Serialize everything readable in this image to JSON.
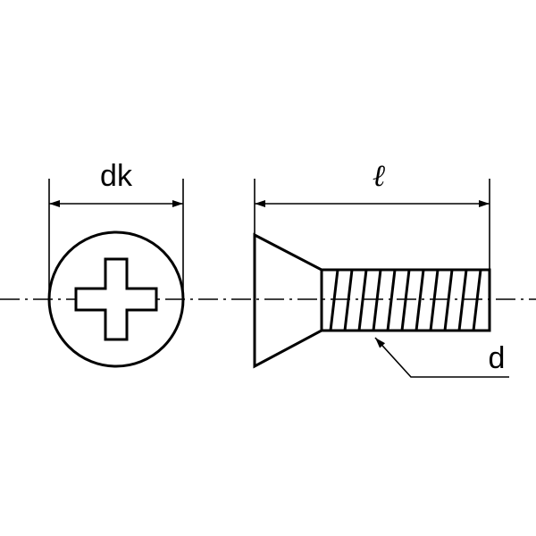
{
  "labels": {
    "head_diameter": "dk",
    "length": "ℓ",
    "thread_diameter": "d"
  },
  "colors": {
    "line": "#000000",
    "background": "#ffffff"
  }
}
